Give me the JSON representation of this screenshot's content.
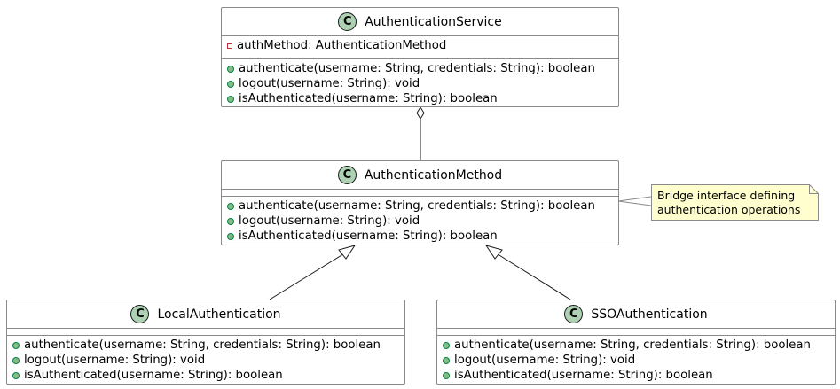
{
  "classes": {
    "service": {
      "stereotype": "C",
      "name": "AuthenticationService",
      "attributes": [
        {
          "visibility": "private",
          "text": "authMethod: AuthenticationMethod"
        }
      ],
      "methods": [
        {
          "visibility": "public",
          "text": "authenticate(username: String, credentials: String): boolean"
        },
        {
          "visibility": "public",
          "text": "logout(username: String): void"
        },
        {
          "visibility": "public",
          "text": "isAuthenticated(username: String): boolean"
        }
      ]
    },
    "method": {
      "stereotype": "C",
      "name": "AuthenticationMethod",
      "attributes": [],
      "methods": [
        {
          "visibility": "public",
          "text": "authenticate(username: String, credentials: String): boolean"
        },
        {
          "visibility": "public",
          "text": "logout(username: String): void"
        },
        {
          "visibility": "public",
          "text": "isAuthenticated(username: String): boolean"
        }
      ]
    },
    "local": {
      "stereotype": "C",
      "name": "LocalAuthentication",
      "attributes": [],
      "methods": [
        {
          "visibility": "public",
          "text": "authenticate(username: String, credentials: String): boolean"
        },
        {
          "visibility": "public",
          "text": "logout(username: String): void"
        },
        {
          "visibility": "public",
          "text": "isAuthenticated(username: String): boolean"
        }
      ]
    },
    "sso": {
      "stereotype": "C",
      "name": "SSOAuthentication",
      "attributes": [],
      "methods": [
        {
          "visibility": "public",
          "text": "authenticate(username: String, credentials: String): boolean"
        },
        {
          "visibility": "public",
          "text": "logout(username: String): void"
        },
        {
          "visibility": "public",
          "text": "isAuthenticated(username: String): boolean"
        }
      ]
    }
  },
  "note": {
    "lines": [
      "Bridge interface defining",
      "authentication operations"
    ]
  },
  "relations": [
    {
      "from": "AuthenticationService",
      "to": "AuthenticationMethod",
      "type": "aggregation"
    },
    {
      "from": "LocalAuthentication",
      "to": "AuthenticationMethod",
      "type": "inheritance"
    },
    {
      "from": "SSOAuthentication",
      "to": "AuthenticationMethod",
      "type": "inheritance"
    }
  ],
  "colors": {
    "class_border": "#8a8a8a",
    "stereotype_badge": "#add1b2",
    "public_marker": "#84be84",
    "private_marker": "#c82930",
    "note_fill": "#fefece",
    "edge": "#1a1a1a"
  }
}
